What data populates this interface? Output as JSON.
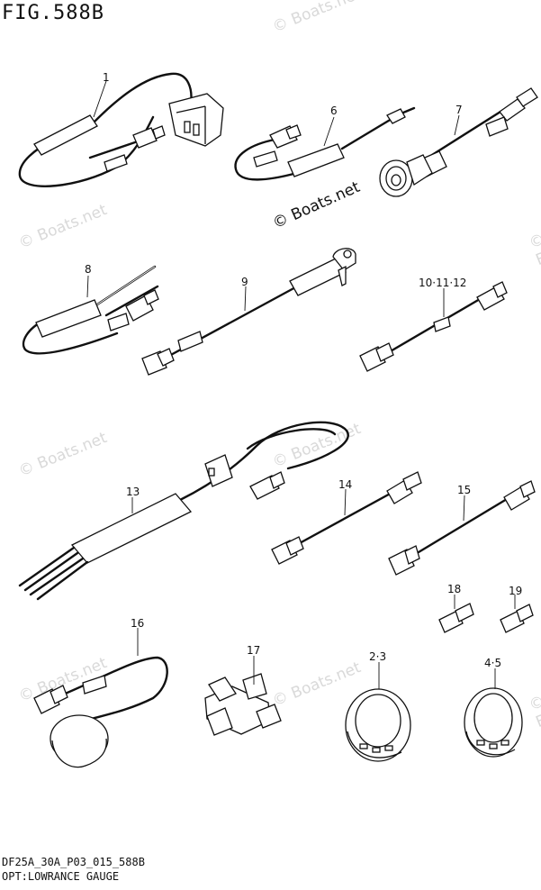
{
  "header": {
    "figure_label": "FIG.588B"
  },
  "footer": {
    "code": "DF25A_30A_P03_015_588B",
    "title": "OPT:LOWRANCE GAUGE"
  },
  "copyright": "© Boats.net",
  "watermark": "© Boats.net",
  "callouts": [
    {
      "id": "c1",
      "label": "1"
    },
    {
      "id": "c6",
      "label": "6"
    },
    {
      "id": "c7",
      "label": "7"
    },
    {
      "id": "c8",
      "label": "8"
    },
    {
      "id": "c9",
      "label": "9"
    },
    {
      "id": "c10",
      "label": "10·11·12"
    },
    {
      "id": "c13",
      "label": "13"
    },
    {
      "id": "c14",
      "label": "14"
    },
    {
      "id": "c15",
      "label": "15"
    },
    {
      "id": "c16",
      "label": "16"
    },
    {
      "id": "c17",
      "label": "17"
    },
    {
      "id": "c18",
      "label": "18"
    },
    {
      "id": "c19",
      "label": "19"
    },
    {
      "id": "c23",
      "label": "2·3"
    },
    {
      "id": "c45",
      "label": "4·5"
    }
  ]
}
